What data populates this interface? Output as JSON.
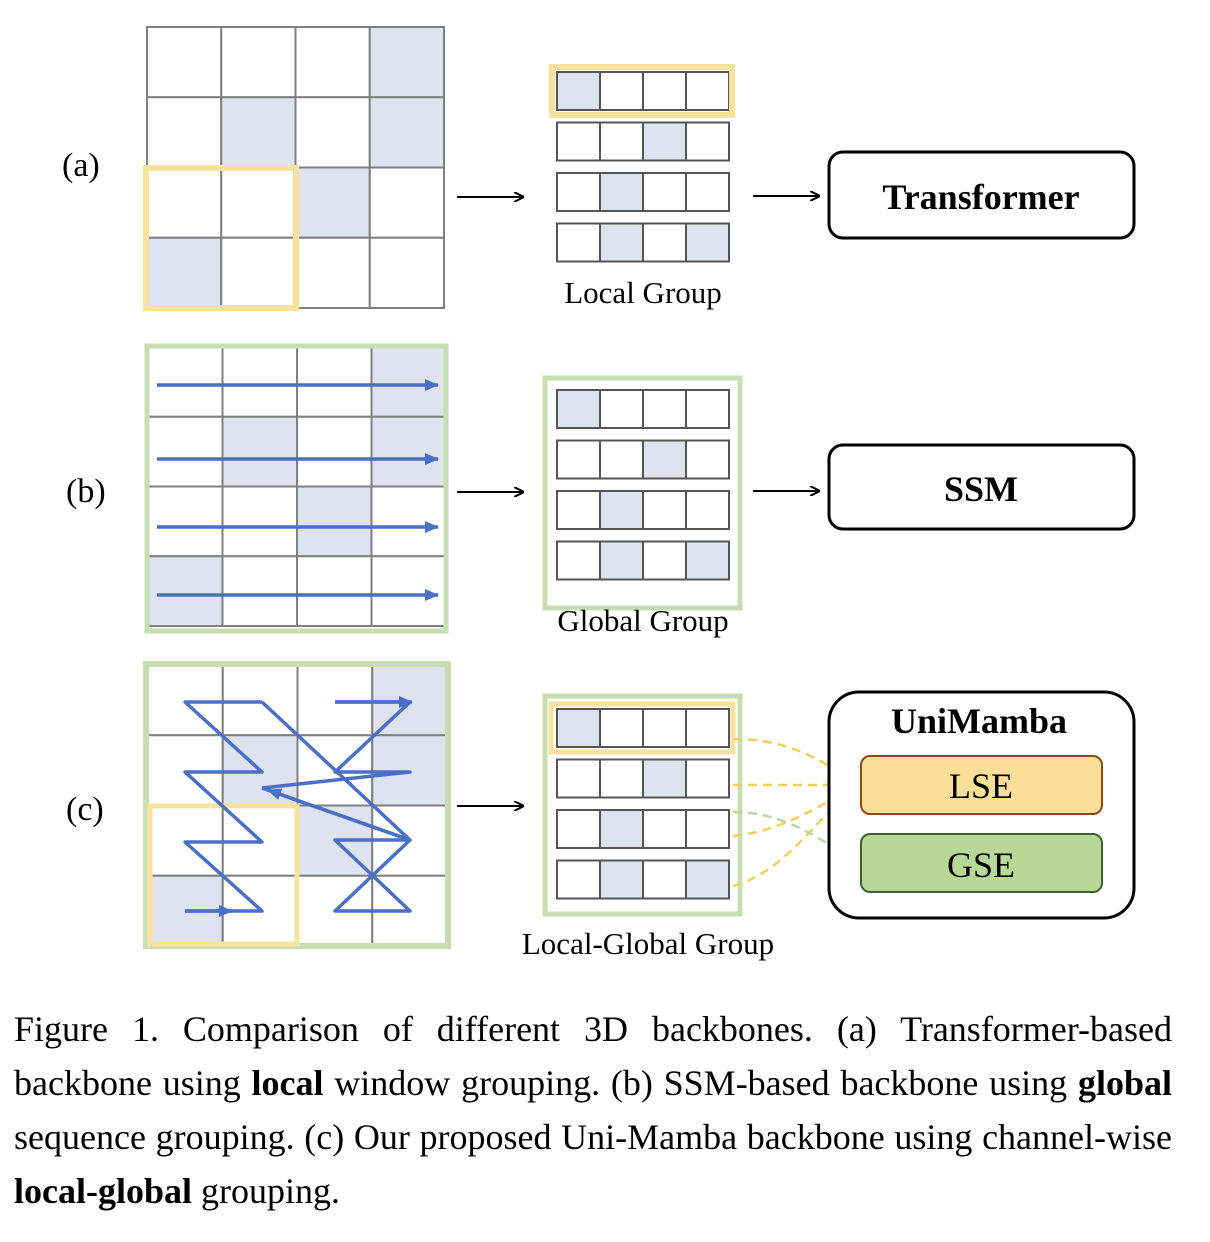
{
  "figure": {
    "rows": [
      {
        "label": "(a)",
        "group_label": "Local Group",
        "box_label": "Transformer"
      },
      {
        "label": "(b)",
        "group_label": "Global Group",
        "box_label": "SSM"
      },
      {
        "label": "(c)",
        "group_label": "Local-Global Group",
        "box_label": "UniMamba"
      }
    ],
    "unimamba": {
      "lse_label": "LSE",
      "gse_label": "GSE"
    },
    "colors": {
      "cell_fill": "#dfe2ef",
      "grid_line": "#808080",
      "local_highlight": "#f7e39f",
      "global_highlight": "#c7dfb0",
      "scan_arrow": "#4a6fc7",
      "lse_fill": "#fbdf98",
      "gse_fill": "#b8d897"
    },
    "grid_shaded_cells": [
      [
        0,
        3
      ],
      [
        1,
        1
      ],
      [
        1,
        3
      ],
      [
        2,
        2
      ],
      [
        3,
        0
      ]
    ],
    "group_shaded_cells": [
      [
        0,
        0
      ],
      [
        1,
        2
      ],
      [
        2,
        1
      ],
      [
        3,
        1
      ],
      [
        3,
        3
      ]
    ]
  },
  "caption": {
    "p1": "Figure 1. Comparison of different 3D backbones. (a) Transformer-based backbone using ",
    "b1": "local",
    "p2": " window grouping.  (b) SSM-based backbone using ",
    "b2": "global",
    "p3": " sequence grouping. (c) Our proposed Uni-Mamba backbone using channel-wise ",
    "b3": "local-global",
    "p4": " grouping."
  }
}
